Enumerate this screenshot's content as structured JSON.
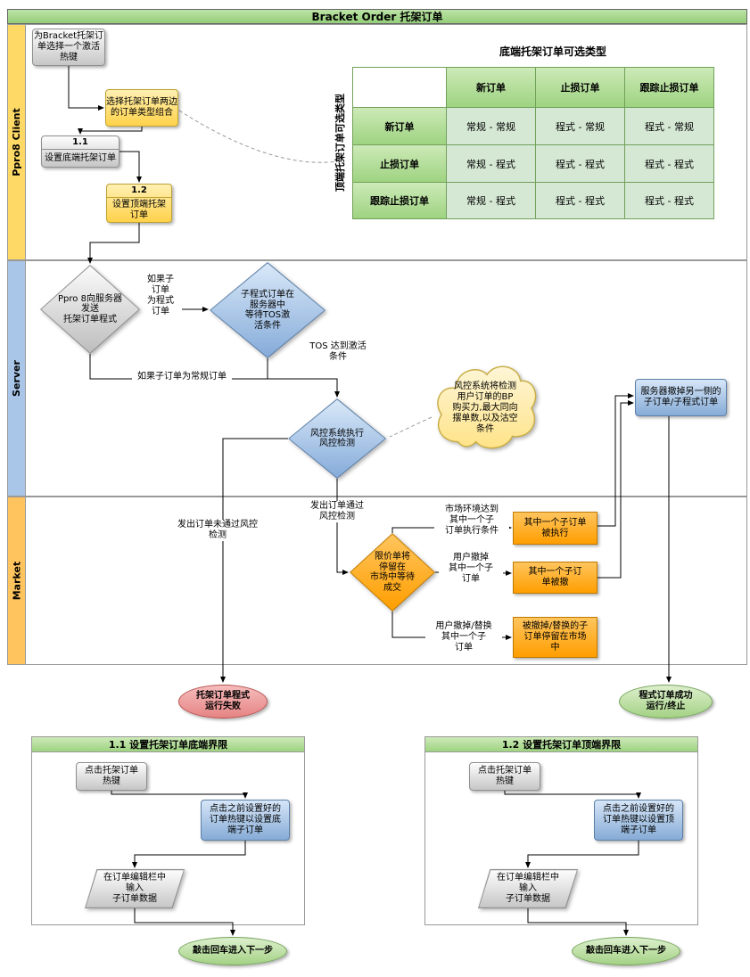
{
  "pool": {
    "title": "Bracket Order 托架订单"
  },
  "lanes": {
    "client": "Ppro8 Client",
    "server": "Server",
    "market": "Market"
  },
  "client": {
    "select_hotkey": "为Bracket托架订\n单选择一个激活\n热键",
    "select_combo": "选择托架订单两边\n的订单类型组合",
    "step11_title": "1.1",
    "step11_body": "设置底端托架订单",
    "step12_title": "1.2",
    "step12_body": "设置顶端托架\n订单"
  },
  "table": {
    "title": "底端托架订单可选类型",
    "side_label": "顶端托架订单可选类型",
    "col_headers": [
      "新订单",
      "止损订单",
      "跟踪止损订单"
    ],
    "row_headers": [
      "新订单",
      "止损订单",
      "跟踪止损订单"
    ],
    "cells": [
      [
        "常规 - 常规",
        "程式 - 常规",
        "程式 - 常规"
      ],
      [
        "常规 - 程式",
        "程式 - 程式",
        "程式 - 程式"
      ],
      [
        "常规 - 程式",
        "程式 - 程式",
        "程式 - 程式"
      ]
    ]
  },
  "server": {
    "send_diamond": "Ppro 8向服务器\n发送\n托架订单程式",
    "program_label": "如果子\n订单\n为程式\n订单",
    "tos_diamond": "子程式订单在\n服务器中\n等待TOS激\n活条件",
    "tos_label": "TOS 达到激活\n条件",
    "regular_label": "如果子订单为常规订单",
    "risk_diamond": "风控系统执行\n风控检测",
    "risk_cloud": "风控系统将检测\n用户订单的BP\n购买力,最大同向\n摆单数,以及沽空\n条件",
    "cancel_other": "服务器撤掉另一侧的\n子订单/子程式订单"
  },
  "market": {
    "pass_label": "发出订单通过\n风控检测",
    "fail_label": "发出订单未通过风控\n检测",
    "limit_diamond": "限价单将\n停留在\n市场中等待\n成交",
    "branch1_label": "市场环境达到\n其中一个子\n订单执行条件",
    "branch1_box": "其中一个子订单\n被执行",
    "branch2_label": "用户撤掉\n其中一个子\n订单",
    "branch2_box": "其中一个子订\n单被撤",
    "branch3_label": "用户撤掉/替换\n其中一个子\n订单",
    "branch3_box": "被撤掉/替换的子\n订单停留在市场\n中",
    "fail_end": "托架订单程式\n运行失败",
    "success_end": "程式订单成功\n运行/终止"
  },
  "sub11": {
    "header": "1.1 设置托架订单底端界限",
    "n1": "点击托架订单\n热键",
    "n2": "点击之前设置好的\n订单热键以设置底\n端子订单",
    "n3": "在订单编辑栏中\n输入\n子订单数据",
    "n4": "敲击回车进入下一步"
  },
  "sub12": {
    "header": "1.2  设置托架订单顶端界限",
    "n1": "点击托架订单\n热键",
    "n2": "点击之前设置好的\n订单热键以设置顶\n端子订单",
    "n3": "在订单编辑栏中\n输入\n子订单数据",
    "n4": "敲击回车进入下一步"
  },
  "colors": {
    "lane_client": "#ffd966",
    "lane_server": "#a9c6e8",
    "lane_market": "#ffc45e",
    "header_green": "#9ed381",
    "cell_green": "#d5e8d4",
    "orange": "#ff9e00",
    "blue": "#86abd6",
    "yellow": "#ffd24a",
    "red": "#e68484"
  }
}
